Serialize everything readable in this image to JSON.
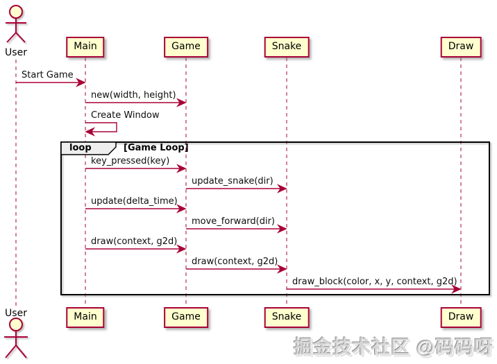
{
  "diagram_type": "uml-sequence-diagram",
  "participants": [
    {
      "id": "user",
      "label": "User",
      "type": "actor"
    },
    {
      "id": "main",
      "label": "Main",
      "type": "participant"
    },
    {
      "id": "game",
      "label": "Game",
      "type": "participant"
    },
    {
      "id": "snake",
      "label": "Snake",
      "type": "participant"
    },
    {
      "id": "draw",
      "label": "Draw",
      "type": "participant"
    }
  ],
  "messages": [
    {
      "label": "Start Game",
      "from": "User",
      "to": "Main"
    },
    {
      "label": "new(width, height)",
      "from": "Main",
      "to": "Game"
    },
    {
      "label": "Create Window",
      "from": "Main",
      "to": "Main",
      "self": true
    },
    {
      "label": "key_pressed(key)",
      "from": "Main",
      "to": "Game",
      "in_loop": true
    },
    {
      "label": "update_snake(dir)",
      "from": "Game",
      "to": "Snake",
      "in_loop": true
    },
    {
      "label": "update(delta_time)",
      "from": "Main",
      "to": "Game",
      "in_loop": true
    },
    {
      "label": "move_forward(dir)",
      "from": "Game",
      "to": "Snake",
      "in_loop": true
    },
    {
      "label": "draw(context, g2d)",
      "from": "Main",
      "to": "Game",
      "in_loop": true
    },
    {
      "label": "draw(context, g2d)",
      "from": "Game",
      "to": "Snake",
      "in_loop": true
    },
    {
      "label": "draw_block(color, x, y, context, g2d)",
      "from": "Snake",
      "to": "Draw",
      "in_loop": true
    }
  ],
  "loop_frame": {
    "operator": "loop",
    "condition": "[Game Loop]"
  },
  "watermark": "掘金技术社区 @码码呀",
  "colors": {
    "participant_fill": "#fefece",
    "lifeline_and_arrow": "#a80036",
    "frame_border": "#000000",
    "frame_label_fill": "#eeeeee",
    "text": "#000000",
    "background": "#ffffff"
  }
}
